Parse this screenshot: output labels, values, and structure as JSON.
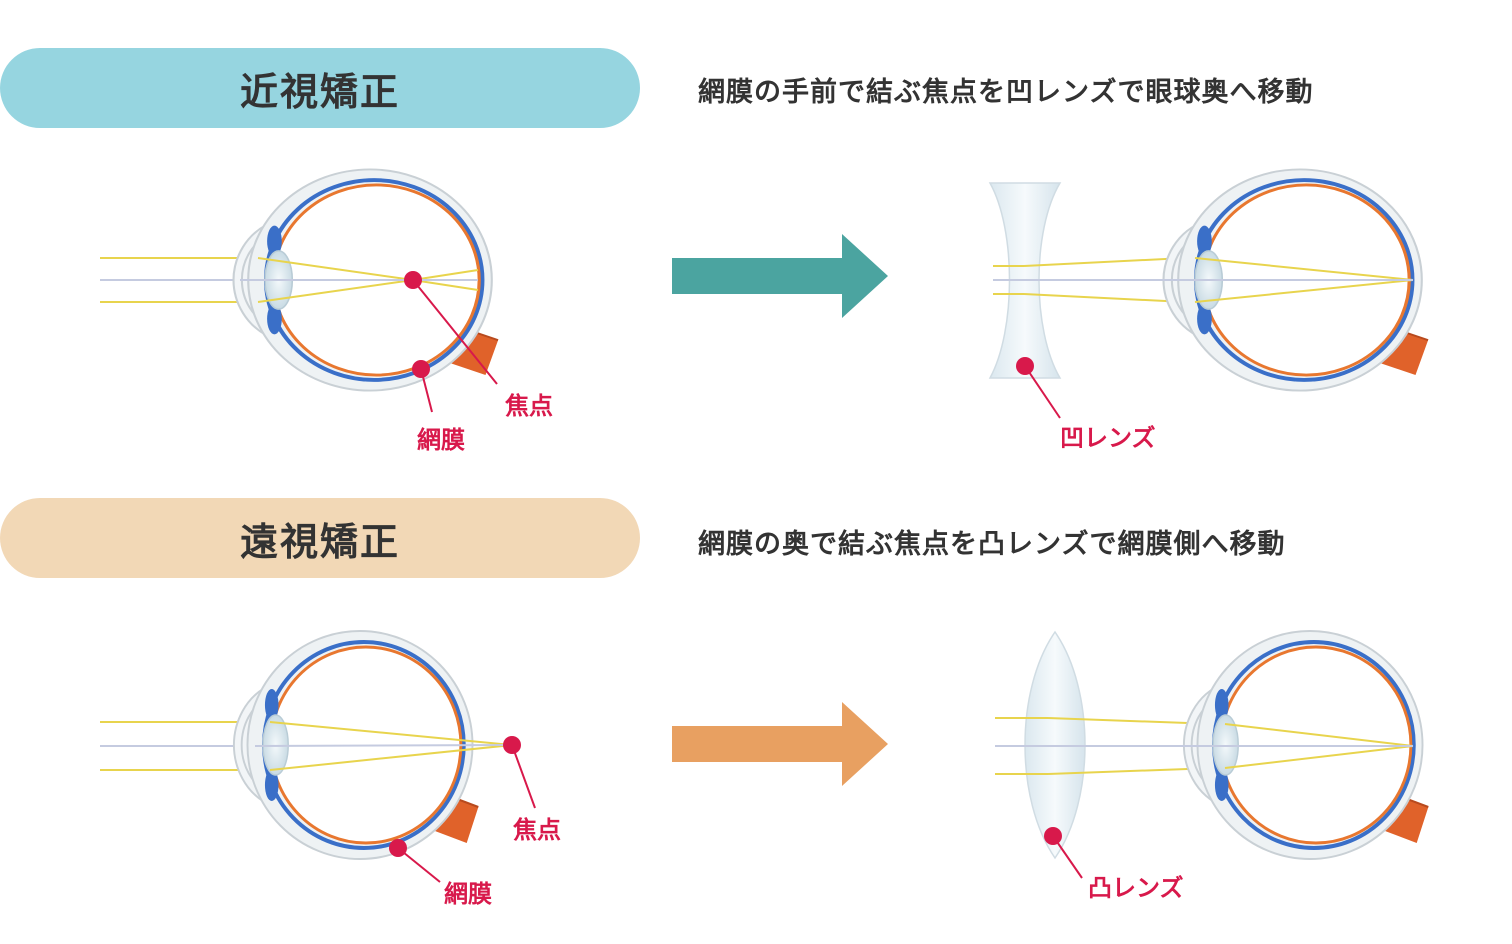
{
  "colors": {
    "myopia_pill": "#96d5e0",
    "hyperopia_pill": "#f2d8b6",
    "myopia_arrow": "#4ba4a0",
    "hyperopia_arrow": "#e8a061",
    "label_red": "#d8194b",
    "light_ray": "#e8d44d",
    "retina_orange": "#e8772f",
    "choroid_blue": "#3a6fc8"
  },
  "myopia": {
    "title": "近視矯正",
    "description": "網膜の手前で結ぶ焦点を凹レンズで眼球奥へ移動",
    "labels": {
      "focus": "焦点",
      "retina": "網膜",
      "lens": "凹レンズ"
    },
    "arrow_icon": "right-arrow-icon"
  },
  "hyperopia": {
    "title": "遠視矯正",
    "description": "網膜の奥で結ぶ焦点を凸レンズで網膜側へ移動",
    "labels": {
      "focus": "焦点",
      "retina": "網膜",
      "lens": "凸レンズ"
    },
    "arrow_icon": "right-arrow-icon"
  }
}
